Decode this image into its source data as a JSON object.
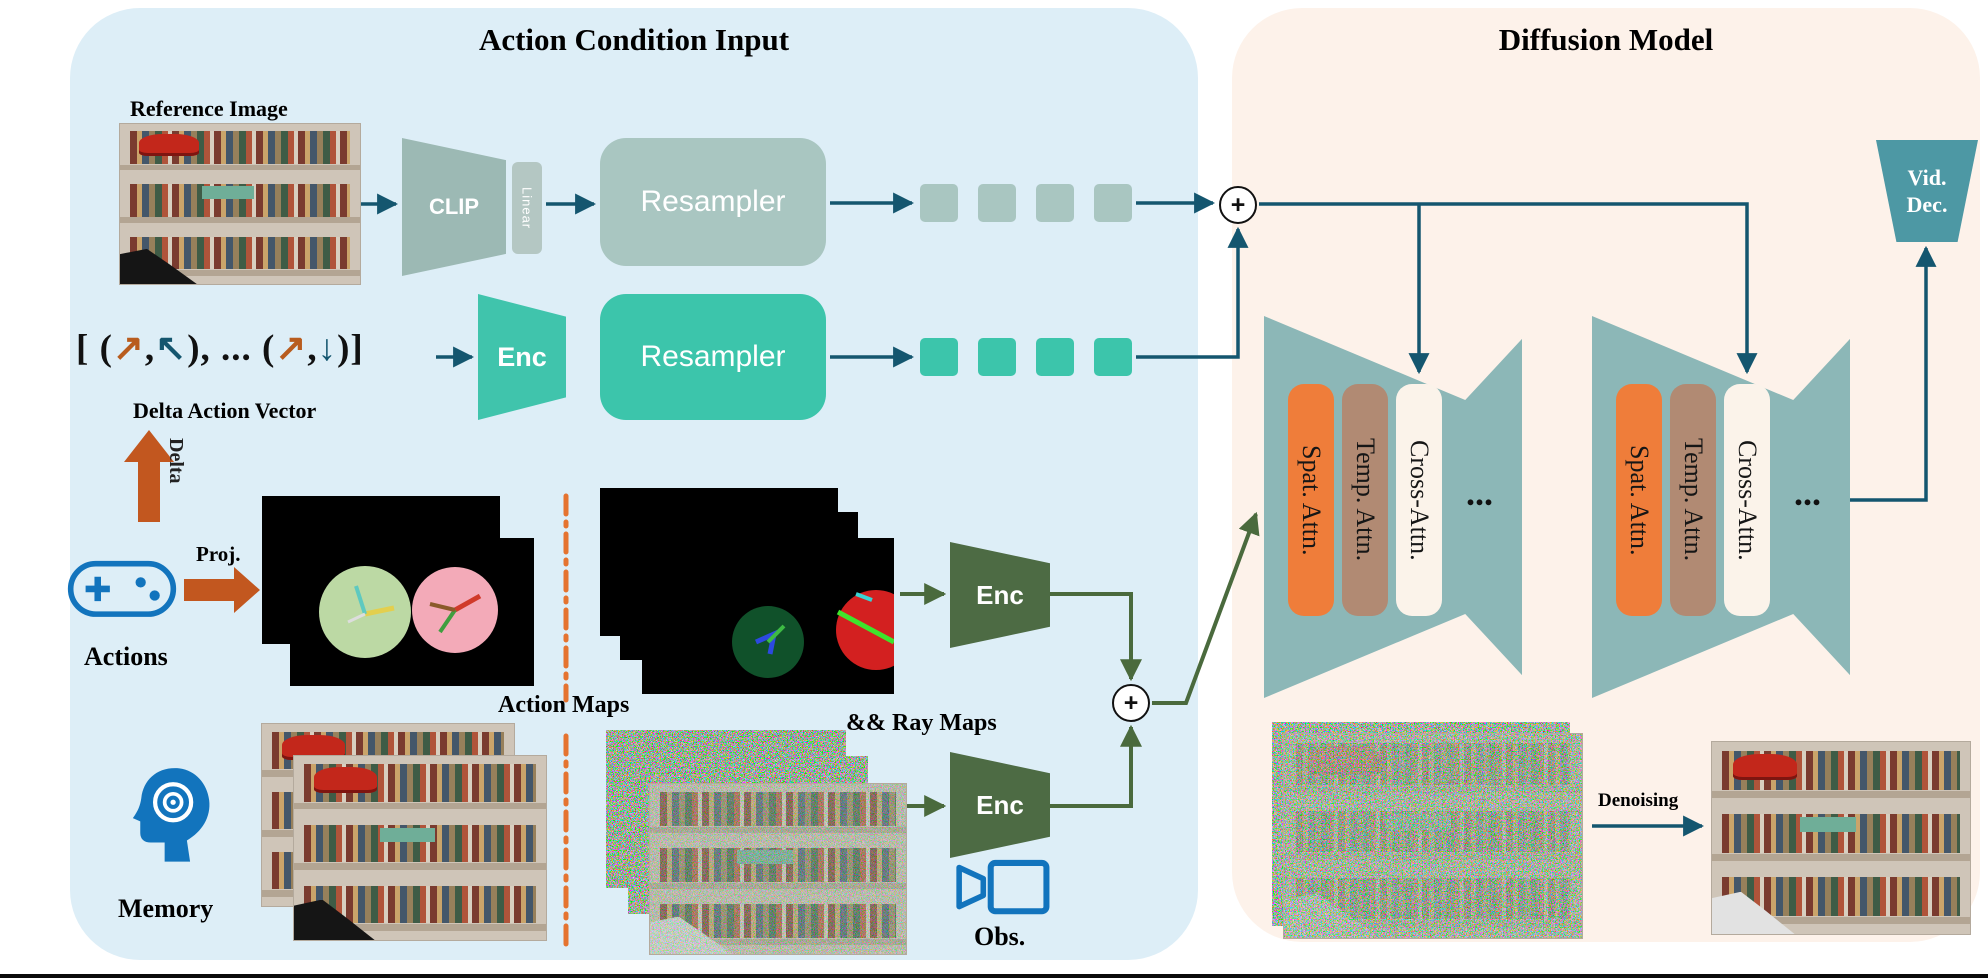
{
  "figure": {
    "left_title": "Action Condition Input",
    "right_title": "Diffusion Model"
  },
  "labels": {
    "reference_image": "Reference Image",
    "delta_action_vector": "Delta Action Vector",
    "delta": "Delta",
    "proj": "Proj.",
    "actions": "Actions",
    "action_maps": "Action Maps",
    "ray_maps": "&& Ray Maps",
    "memory": "Memory",
    "obs": "Obs.",
    "denoising": "Denoising"
  },
  "blocks": {
    "clip": "CLIP",
    "linear": "Linear",
    "resampler_img": "Resampler",
    "resampler_act": "Resampler",
    "enc_delta": "Enc",
    "enc_action": "Enc",
    "enc_obs": "Enc",
    "vid_dec_line1": "Vid.",
    "vid_dec_line2": "Dec.",
    "plus": "+"
  },
  "delta_vector": {
    "open": "[ (",
    "arrow1": "↗",
    "comma1": ",",
    "arrow2": "↖",
    "mid": "), ... (",
    "arrow3": "↗",
    "comma2": ",",
    "arrow4": "↓",
    "close": ")]"
  },
  "unet_blocks": [
    {
      "spat": "Spat. Attn.",
      "temp": "Temp. Attn.",
      "cross": "Cross-Attn.",
      "dots": "..."
    },
    {
      "spat": "Spat. Attn.",
      "temp": "Temp. Attn.",
      "cross": "Cross-Attn.",
      "dots": "..."
    }
  ],
  "colors": {
    "panel_left_bg": "#ddeef7",
    "panel_right_bg": "#fdf2ea",
    "arrow_blue": "#14566f",
    "arrow_green": "#4a6a3d",
    "accent_orange": "#c2571f",
    "separator_orange": "#e5732f",
    "teal": "#3cc5ab",
    "gray_teal": "#a9c6c1",
    "unet_teal": "#8cb7b7",
    "spat_orange": "#ef7d3a",
    "temp_brown": "#b18a73",
    "cross_cream": "#fbf3ea",
    "vid_dec_teal": "#4d98a4",
    "enc_dark_green": "#4d6b44",
    "icon_blue": "#1274bd"
  }
}
